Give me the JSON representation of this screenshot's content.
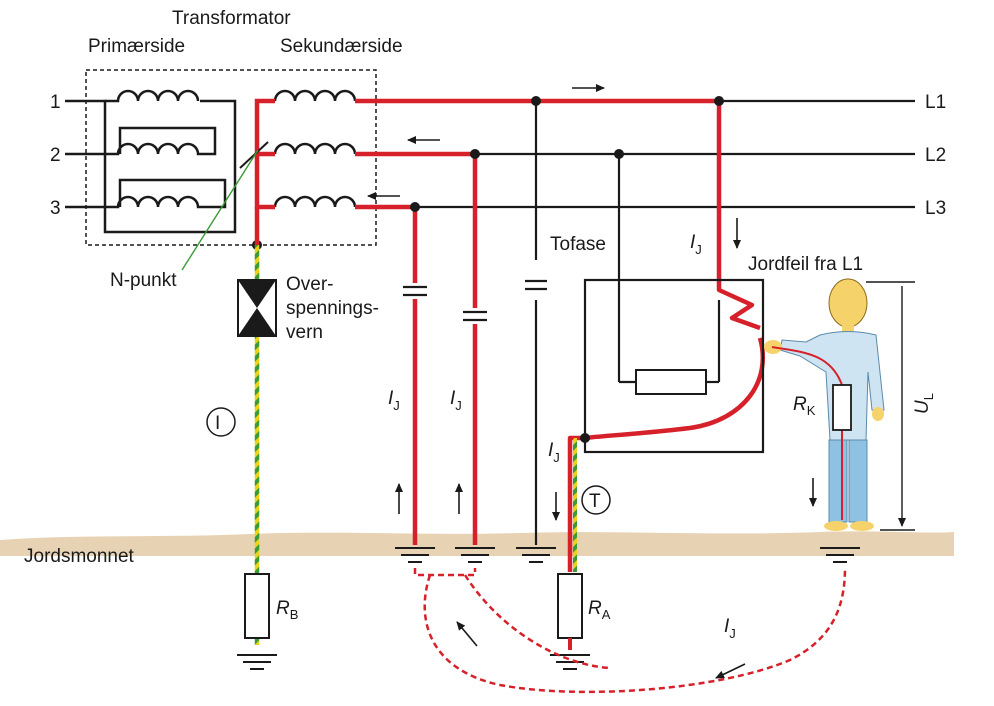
{
  "labels": {
    "transformator": "Transformator",
    "primaerside": "Primærside",
    "sekundaerside": "Sekundærside",
    "phase_in_1": "1",
    "phase_in_2": "2",
    "phase_in_3": "3",
    "line_L1": "L1",
    "line_L2": "L2",
    "line_L3": "L3",
    "n_punkt": "N-punkt",
    "overspenningsvern_1": "Over-",
    "overspenningsvern_2": "spennings-",
    "overspenningsvern_3": "vern",
    "tofase": "Tofase",
    "jordfeil": "Jordfeil fra L1",
    "jordsmonnet": "Jordsmonnet",
    "circle_I": "I",
    "circle_T": "T"
  },
  "symbols": {
    "current_main": "I",
    "current_sub": "J",
    "rb_main": "R",
    "rb_sub": "B",
    "ra_main": "R",
    "ra_sub": "A",
    "rk_main": "R",
    "rk_sub": "K",
    "ul_main": "U",
    "ul_sub": "L"
  },
  "colors": {
    "fault_current": "#d6202a",
    "conductor": "#1a1a1a",
    "pe_green": "#3a9a35",
    "pe_yellow": "#e8d21a",
    "ground": "#e8d2b4",
    "skin": "#f5d36a",
    "shirt": "#cfe4f2",
    "trousers": "#8fc1e3"
  }
}
